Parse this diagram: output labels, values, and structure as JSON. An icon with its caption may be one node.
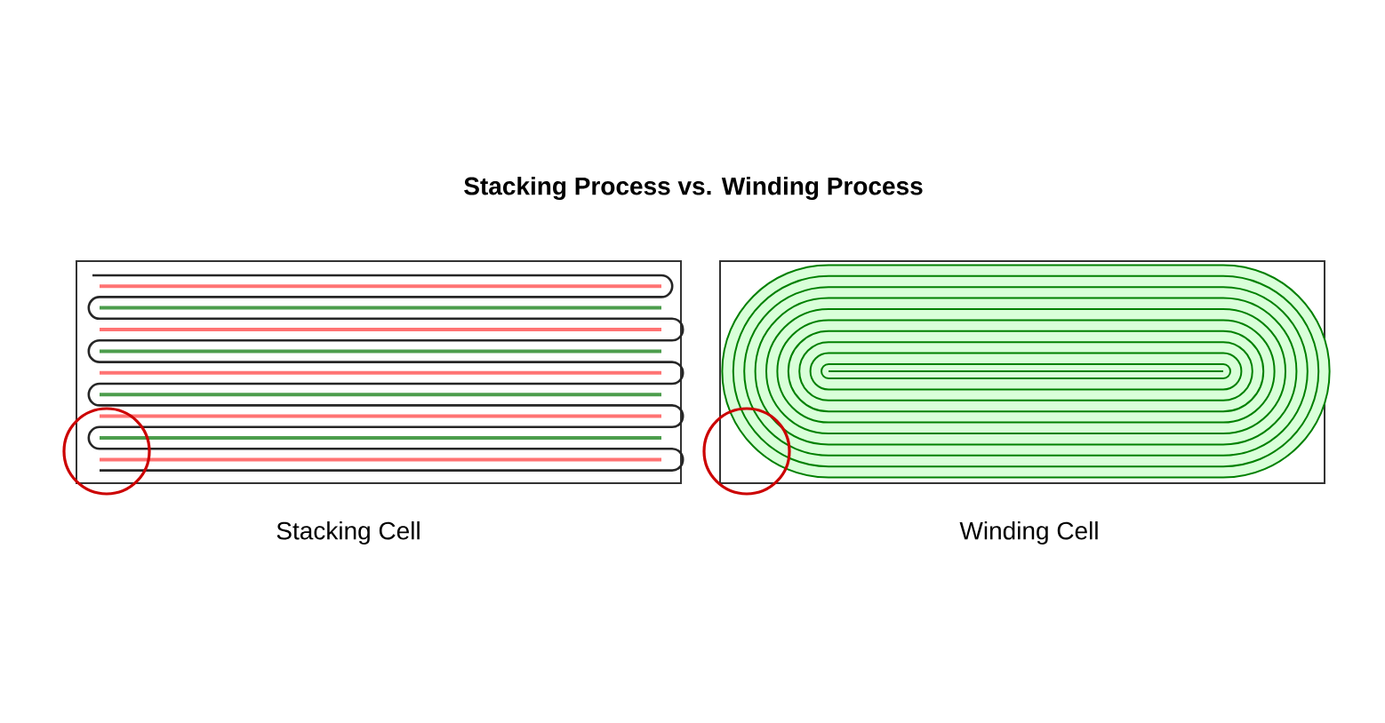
{
  "diagram": {
    "title": "Stacking Process vs. Winding Process",
    "labels": [
      "Stacking Cell",
      "Winding Cell"
    ]
  }
}
